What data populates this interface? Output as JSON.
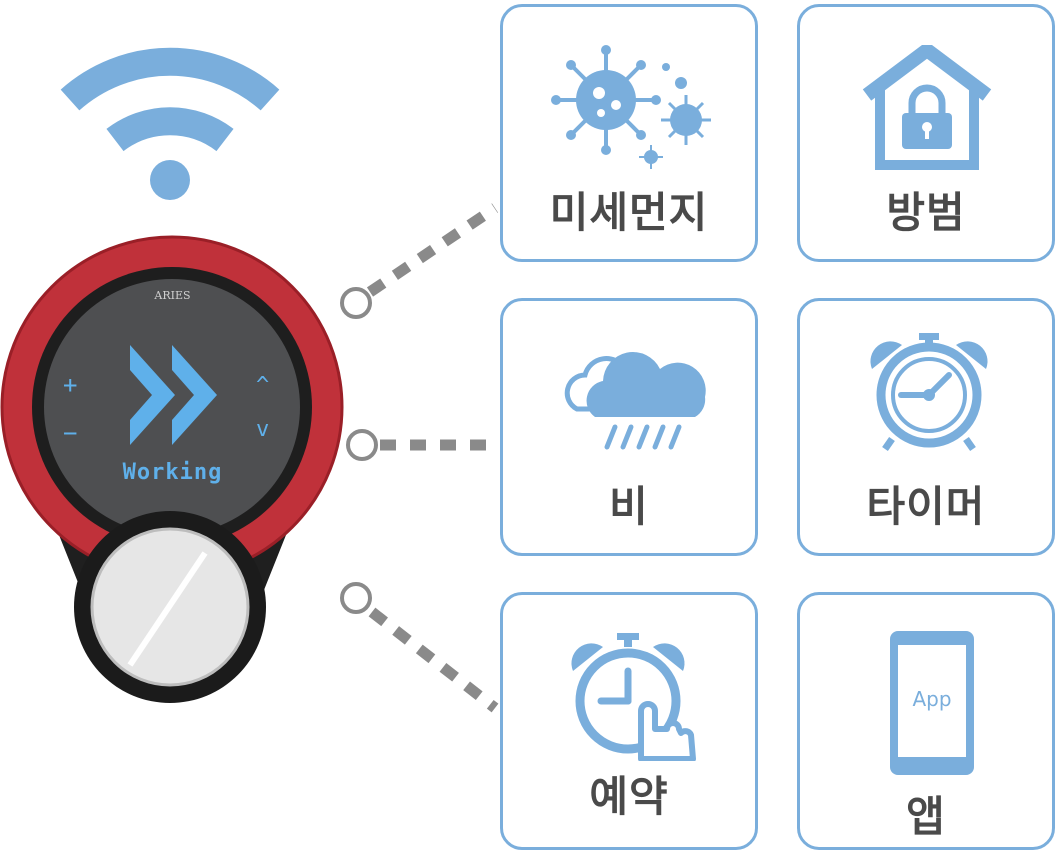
{
  "device": {
    "brand": "ARIES",
    "status": "Working",
    "plus": "+",
    "minus": "−",
    "up": "^",
    "down": "v"
  },
  "features": [
    {
      "label": "미세먼지",
      "icon": "virus-icon"
    },
    {
      "label": "방범",
      "icon": "house-lock-icon"
    },
    {
      "label": "비",
      "icon": "rain-cloud-icon"
    },
    {
      "label": "타이머",
      "icon": "alarm-clock-icon"
    },
    {
      "label": "예약",
      "icon": "clock-touch-icon"
    },
    {
      "label": "앱",
      "icon": "phone-app-icon",
      "screen_text": "App"
    }
  ],
  "colors": {
    "accent": "#7aaedc",
    "ring": "#c0313a",
    "dots": "#8a8a8a",
    "label": "#4a4a4a"
  }
}
